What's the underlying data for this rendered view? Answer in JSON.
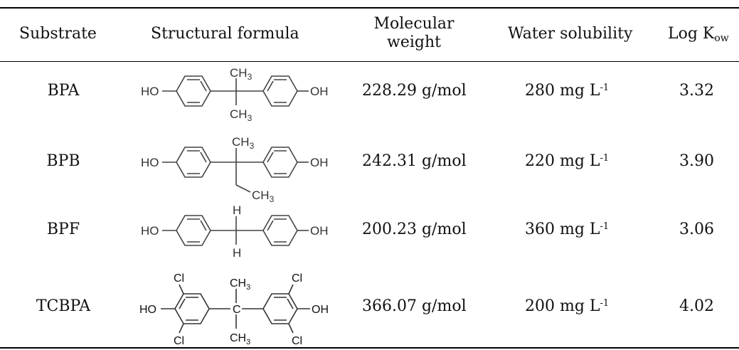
{
  "table": {
    "headers": {
      "substrate": "Substrate",
      "structural_formula": "Structural formula",
      "mw_line1": "Molecular",
      "mw_line2": "weight",
      "water_solubility": "Water solubility",
      "logk_main": "Log K",
      "logk_sub": "ow"
    },
    "rows": [
      {
        "substrate": "BPA",
        "mw": "228.29 g/mol",
        "solubility": "280 mg L",
        "solubility_exp": "-1",
        "logk": "3.32"
      },
      {
        "substrate": "BPB",
        "mw": "242.31 g/mol",
        "solubility": "220 mg L",
        "solubility_exp": "-1",
        "logk": "3.90"
      },
      {
        "substrate": "BPF",
        "mw": "200.23 g/mol",
        "solubility": "360 mg L",
        "solubility_exp": "-1",
        "logk": "3.06"
      },
      {
        "substrate": "TCBPA",
        "mw": "366.07 g/mol",
        "solubility": "200 mg L",
        "solubility_exp": "-1",
        "logk": "4.02"
      }
    ]
  },
  "molecules": {
    "ho": "HO",
    "oh": "OH",
    "ch3": "CH",
    "ch3_sub": "3",
    "h": "H",
    "c": "C",
    "cl": "Cl"
  }
}
